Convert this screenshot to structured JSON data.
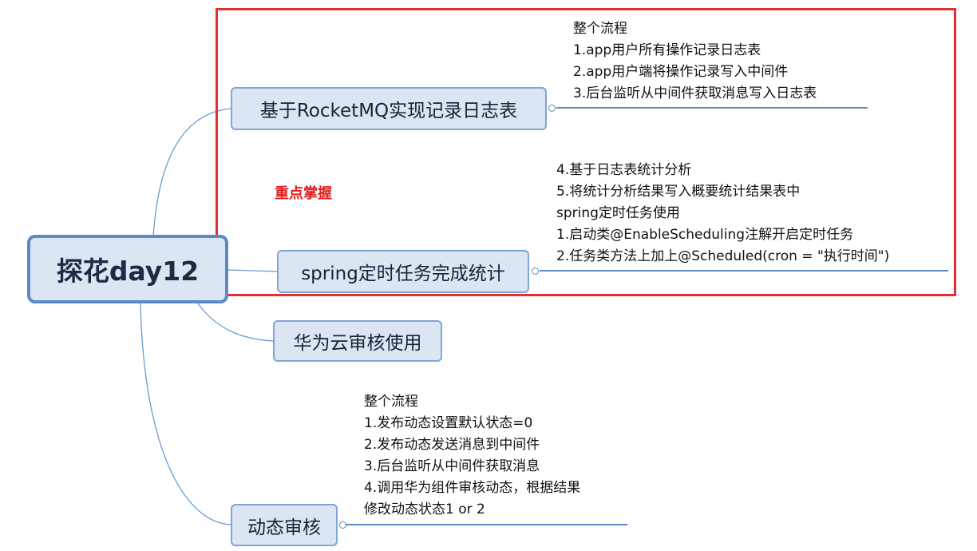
{
  "root": {
    "label": "探花day12"
  },
  "branches": [
    {
      "label": "基于RocketMQ实现记录日志表",
      "note": [
        "整个流程",
        "1.app用户所有操作记录日志表",
        "2.app用户端将操作记录写入中间件",
        "3.后台监听从中间件获取消息写入日志表"
      ]
    },
    {
      "label": "spring定时任务完成统计",
      "note": [
        "4.基于日志表统计分析",
        "5.将统计分析结果写入概要统计结果表中",
        "spring定时任务使用",
        "1.启动类@EnableScheduling注解开启定时任务",
        "2.任务类方法上加上@Scheduled(cron = \"执行时间\")"
      ]
    },
    {
      "label": "华为云审核使用"
    },
    {
      "label": "动态审核",
      "note": [
        "整个流程",
        "1.发布动态设置默认状态=0",
        "2.发布动态发送消息到中间件",
        "3.后台监听从中间件获取消息",
        "4.调用华为组件审核动态，根据结果",
        "修改动态状态1 or 2"
      ]
    }
  ],
  "annotation": {
    "label": "重点掌握",
    "color": "#e02020"
  },
  "colors": {
    "node_fill": "#dce6f2",
    "node_border": "#7ea6d6",
    "connector": "#5b8ac6",
    "highlight_border": "#e03030"
  }
}
